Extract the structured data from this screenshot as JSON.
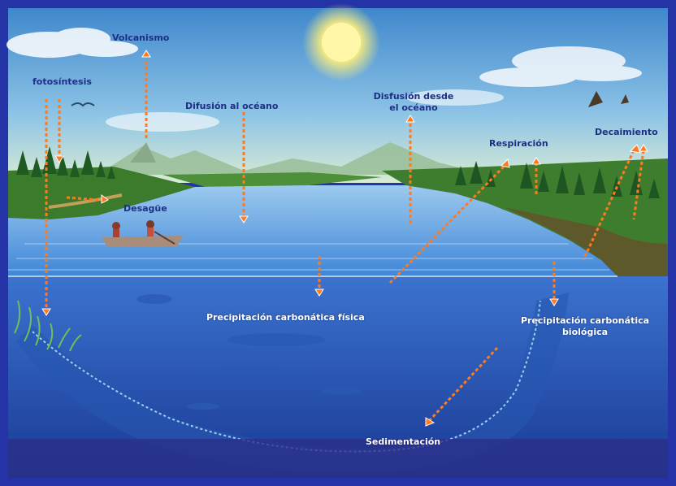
{
  "labels": {
    "volcanismo": "Volcanismo",
    "fotosintesis": "fotosíntesis",
    "difusion_al_oceano": "Difusión al océano",
    "difusion_desde_line1": "Disfusión desde",
    "difusion_desde_line2": "el océano",
    "respiracion": "Respiración",
    "decaimiento": "Decaimiento",
    "desague": "Desagüe",
    "precipitacion_fisica": "Precipitación carbonática física",
    "precipitacion_biologica_line1": "Precipitación carbonática",
    "precipitacion_biologica_line2": "biológica",
    "sedimentacion": "Sedimentación"
  },
  "colors": {
    "frame_blue": "#2433a6",
    "arrow_orange": "#ff7a1f",
    "label_dark": "#1e2f86",
    "label_light": "#ffffff",
    "sky": "#5aa3d6",
    "lake": "#4a8fd6",
    "deep_water": "#1d3f9a"
  }
}
